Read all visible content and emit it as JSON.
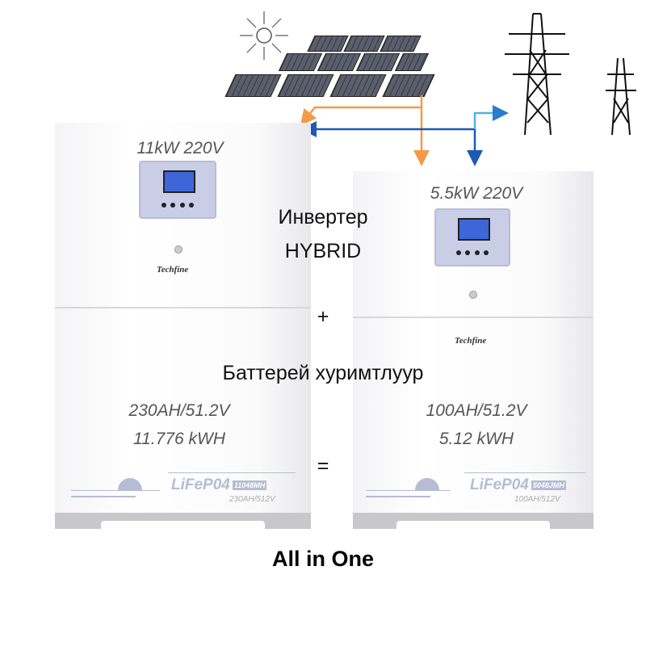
{
  "inverter_large": {
    "power": "11kW 220V",
    "brand": "Techfine",
    "capacity": "230AH/51.2V",
    "energy": "11.776 kWH",
    "chem": "LiFeP04",
    "model": "11048MH",
    "rating": "230AH/512V"
  },
  "inverter_small": {
    "power": "5.5kW 220V",
    "brand": "Techfine",
    "capacity": "100AH/51.2V",
    "energy": "5.12 kWH",
    "chem": "LiFeP04",
    "model": "5048JMH",
    "rating": "100AH/512V"
  },
  "center": {
    "line1": "Инвертер",
    "line2": "HYBRID",
    "plus": "+",
    "battery": "Баттерей хуримтлуур",
    "equals": "=",
    "tagline": "All in One"
  },
  "colors": {
    "solar_arrow": "#f39a4a",
    "grid_arrow": "#1c5bb5",
    "grid_arrow_light": "#4fb3e0"
  }
}
